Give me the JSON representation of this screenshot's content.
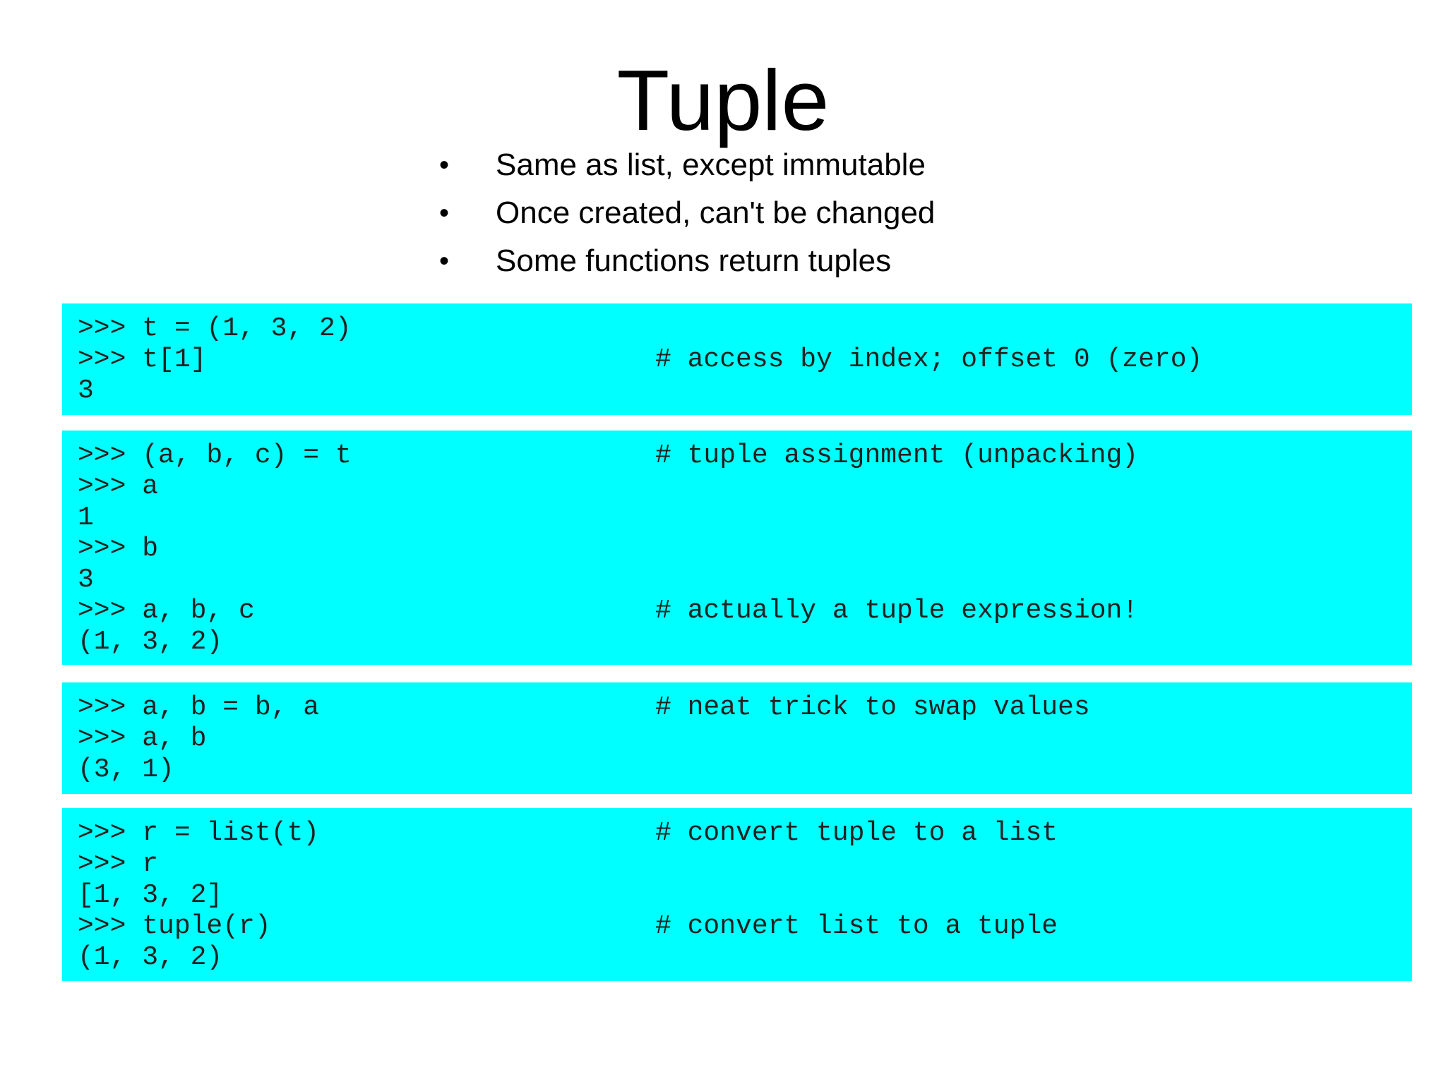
{
  "slide": {
    "title": "Tuple",
    "bullets": [
      "Same as list, except immutable",
      "Once created, can't be changed",
      "Some functions return tuples"
    ],
    "bullet_symbol": "•",
    "background_color": "#ffffff",
    "code_box_color": "#00ffff"
  },
  "code_blocks": [
    {
      "lines": [
        {
          "code": ">>> t = (1, 3, 2)",
          "comment": ""
        },
        {
          "code": ">>> t[1]",
          "comment": "# access by index; offset 0 (zero)"
        },
        {
          "code": "3",
          "comment": ""
        }
      ]
    },
    {
      "lines": [
        {
          "code": ">>> (a, b, c) = t",
          "comment": "# tuple assignment (unpacking)"
        },
        {
          "code": ">>> a",
          "comment": ""
        },
        {
          "code": "1",
          "comment": ""
        },
        {
          "code": ">>> b",
          "comment": ""
        },
        {
          "code": "3",
          "comment": ""
        },
        {
          "code": ">>> a, b, c",
          "comment": "# actually a tuple expression!"
        },
        {
          "code": "(1, 3, 2)",
          "comment": ""
        }
      ]
    },
    {
      "lines": [
        {
          "code": ">>> a, b = b, a",
          "comment": "# neat trick to swap values"
        },
        {
          "code": ">>> a, b",
          "comment": ""
        },
        {
          "code": "(3, 1)",
          "comment": ""
        }
      ]
    },
    {
      "lines": [
        {
          "code": ">>> r = list(t)",
          "comment": "# convert tuple to a list"
        },
        {
          "code": ">>> r",
          "comment": ""
        },
        {
          "code": "[1, 3, 2]",
          "comment": ""
        },
        {
          "code": ">>> tuple(r)",
          "comment": "# convert list to a tuple"
        },
        {
          "code": "(1, 3, 2)",
          "comment": ""
        }
      ]
    }
  ]
}
